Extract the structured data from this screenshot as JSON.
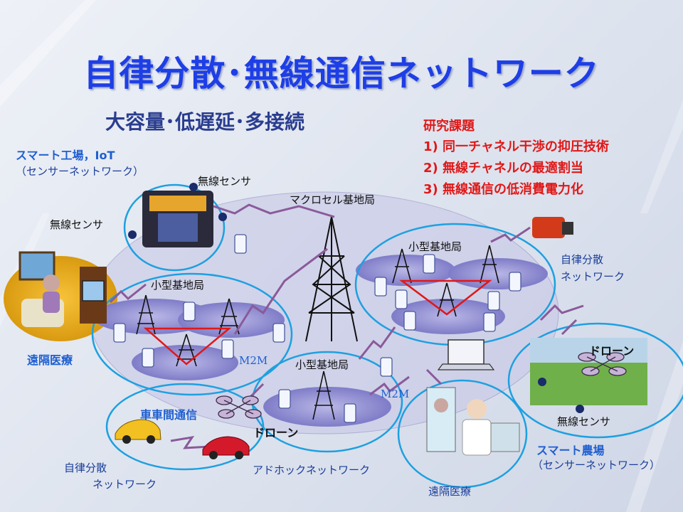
{
  "title": "自律分散･無線通信ネットワーク",
  "subtitle": "大容量･低遅延･多接続",
  "research": {
    "heading": "研究課題",
    "items": [
      "1)  同一チャネル干渉の抑圧技術",
      "2)  無線チャネルの最適割当",
      "3)  無線通信の低消費電力化"
    ]
  },
  "labels": {
    "smart_factory": "スマート工場，IoT",
    "sensor_network_1": "（センサーネットワーク）",
    "wireless_sensor_1": "無線センサ",
    "wireless_sensor_2": "無線センサ",
    "macro_cell": "マクロセル基地局",
    "small_cell_1": "小型基地局",
    "small_cell_2": "小型基地局",
    "small_cell_3": "小型基地局",
    "autonomous_network_1": "自律分散",
    "autonomous_network_1b": "ネットワーク",
    "remote_medical_1": "遠隔医療",
    "m2m_1": "M2M",
    "m2m_2": "M2M",
    "drone_1": "ドローン",
    "drone_2": "ドローン",
    "wireless_sensor_3": "無線センサ",
    "v2v": "車車間通信",
    "autonomous_network_2": "自律分散",
    "autonomous_network_2b": "ネットワーク",
    "adhoc": "アドホックネットワーク",
    "remote_medical_2": "遠隔医療",
    "smart_farm": "スマート農場",
    "sensor_network_2": "（センサーネットワーク）"
  },
  "colors": {
    "title": "#1e3ee6",
    "research": "#e01818",
    "label_blue": "#1f5fd0",
    "ring": "#1ea0e0",
    "link": "#8a5a9a"
  }
}
